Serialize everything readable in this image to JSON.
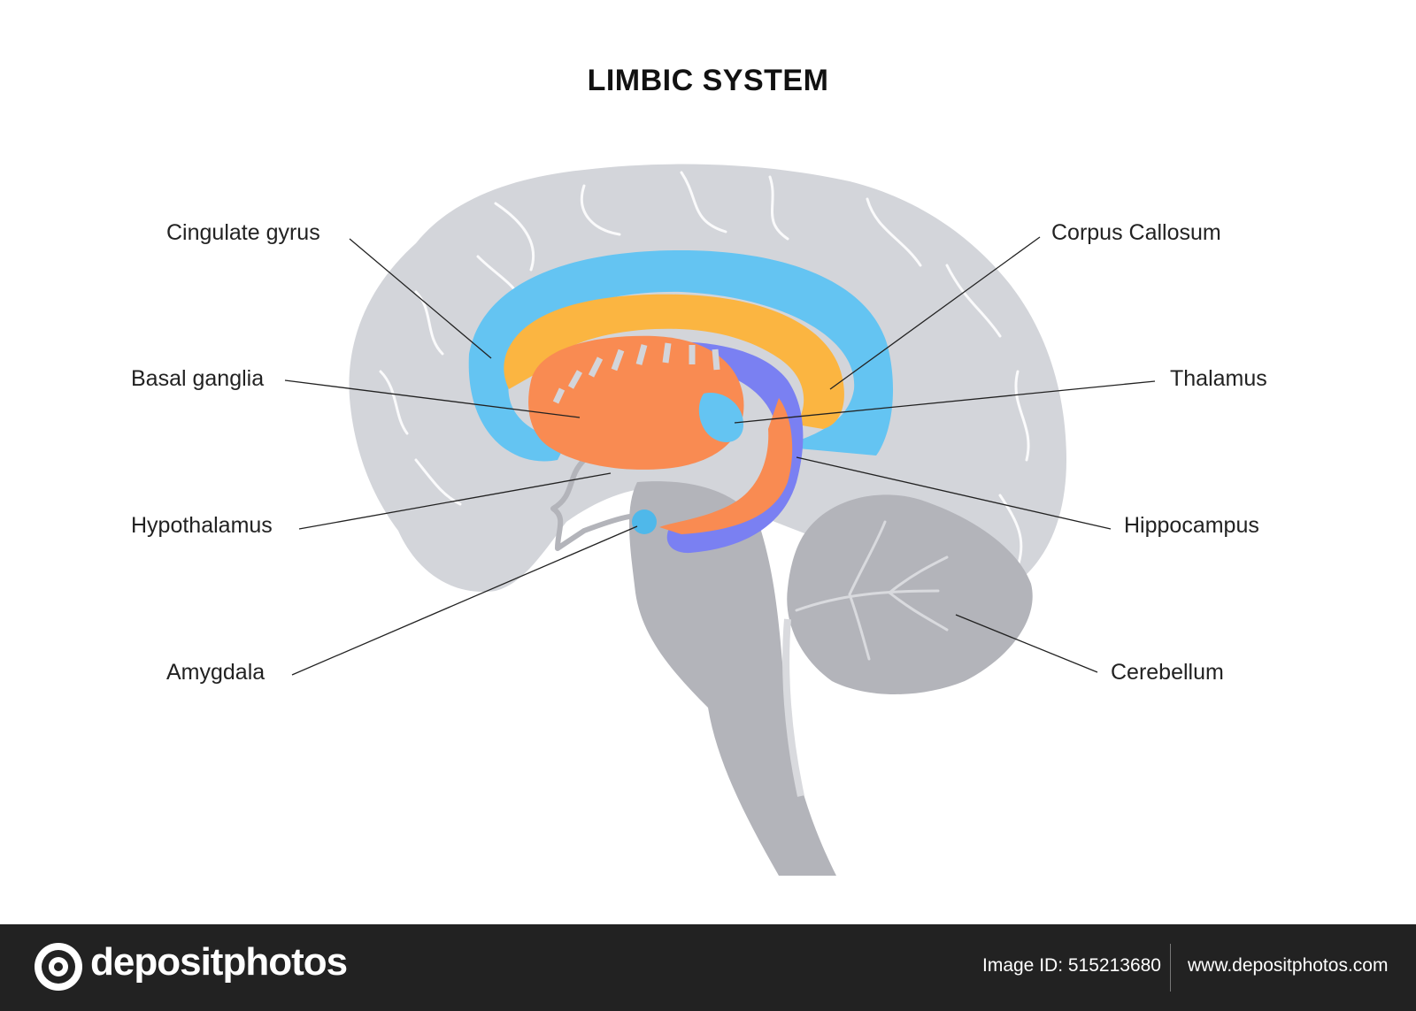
{
  "title": "LIMBIC SYSTEM",
  "labels": {
    "cingulate_gyrus": "Cingulate gyrus",
    "basal_ganglia": "Basal ganglia",
    "hypothalamus": "Hypothalamus",
    "amygdala": "Amygdala",
    "corpus_callosum": "Corpus Callosum",
    "thalamus": "Thalamus",
    "hippocampus": "Hippocampus",
    "cerebellum": "Cerebellum"
  },
  "colors": {
    "brain": "#d3d5da",
    "brainstem": "#b3b4ba",
    "cingulate": "#64c4f2",
    "corpus_callosum": "#fbb541",
    "thalamus": "#f98b52",
    "hippocampus": "#7a80f2",
    "amygdala": "#4fb8ea",
    "footer": "#222222"
  },
  "footer": {
    "logo_text": "depositphotos",
    "image_id": "Image ID: 515213680",
    "site": "www.depositphotos.com"
  }
}
